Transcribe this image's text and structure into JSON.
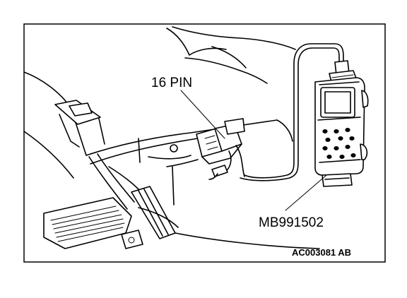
{
  "labels": {
    "connector": "16 PIN",
    "tool": "MB991502",
    "figure_code": "AC003081 AB"
  }
}
